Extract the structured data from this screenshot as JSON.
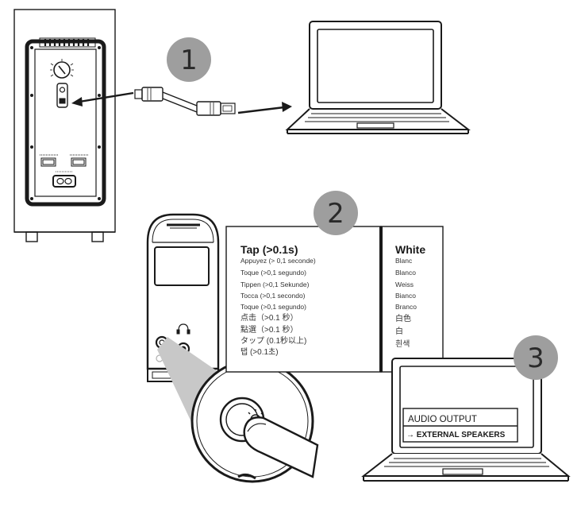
{
  "steps": [
    "1",
    "2",
    "3"
  ],
  "tap_panel": {
    "heading": "Tap (>0.1s)",
    "lines": [
      "Appuyez (> 0,1 seconde)",
      "Toque (>0,1 segundo)",
      "Tippen (>0,1 Sekunde)",
      "Tocca (>0,1 secondo)",
      "Toque (>0,1 segundo)",
      "点击（>0.1 秒）",
      "點選（>0.1 秒）",
      "タップ (0.1秒以上)",
      "탭 (>0.1초)"
    ]
  },
  "white_panel": {
    "heading": "White",
    "lines": [
      "Blanc",
      "Blanco",
      "Weiss",
      "Bianco",
      "Branco",
      "白色",
      "白",
      "흰색"
    ]
  },
  "laptop_screen": {
    "line1": "AUDIO OUTPUT",
    "line2": "→ EXTERNAL SPEAKERS"
  },
  "colors": {
    "outline": "#1a1a1a",
    "badge": "#9e9e9e",
    "lens": "#c8c8c8",
    "text": "#333333"
  }
}
